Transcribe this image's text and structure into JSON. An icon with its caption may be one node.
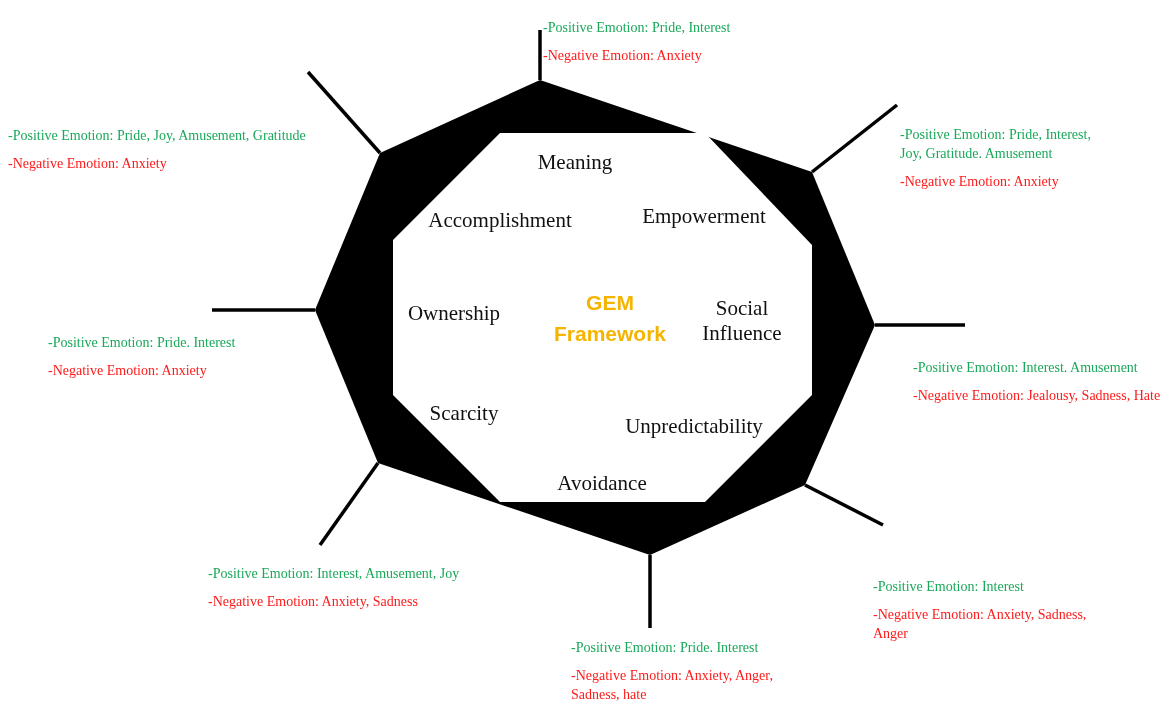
{
  "diagram": {
    "nodes": [
      {
        "text": [
          "GEM Framework"
        ]
      },
      {
        "text": [
          "-Positive Emotion: Pride, Interest",
          "-Negative Emotion: Anxiety"
        ]
      },
      {
        "text": [
          "-Positive Emotion: Pride, Joy, Amusement, Gratitude",
          "-Negative Emotion: Anxiety"
        ]
      },
      {
        "text": [
          "-Positive Emotion: Pride, Interest, Joy, Gratitude. Amusement",
          "-Negative Emotion: Anxiety"
        ]
      },
      {
        "text": [
          "-Positive Emotion: Pride. Interest",
          "-Negative Emotion: Anxiety"
        ]
      },
      {
        "text": [
          "-Positive Emotion: Interest. Amusement",
          "-Negative Emotion: Jealousy, Sadness, Hate"
        ]
      },
      {
        "text": [
          "-Positive Emotion: Interest, Amusement, Joy",
          "-Negative Emotion: Anxiety, Sadness"
        ]
      },
      {
        "text": [
          "-Positive Emotion: Interest",
          "-Negative Emotion: Anxiety, Sadness, Anger"
        ]
      },
      {
        "text": [
          "-Positive Emotion: Pride. Interest",
          "-Negative Emotion: Anxiety, Anger, Sadness, hate"
        ]
      }
    ],
    "edges": [
      {
        "from": 0,
        "to": 1,
        "arrow": "none"
      },
      {
        "from": 0,
        "to": 2,
        "arrow": "none"
      },
      {
        "from": 0,
        "to": 3,
        "arrow": "none"
      },
      {
        "from": 0,
        "to": 4,
        "arrow": "none"
      },
      {
        "from": 0,
        "to": 5,
        "arrow": "none"
      },
      {
        "from": 0,
        "to": 6,
        "arrow": "none"
      },
      {
        "from": 0,
        "to": 7,
        "arrow": "none"
      },
      {
        "from": 0,
        "to": 8,
        "arrow": "none"
      }
    ],
    "labels": [
      "Meaning",
      "Accomplishment",
      "Empowerment",
      "Ownership",
      "Social Influence",
      "Scarcity",
      "Unpredictability",
      "Avoidance"
    ]
  }
}
